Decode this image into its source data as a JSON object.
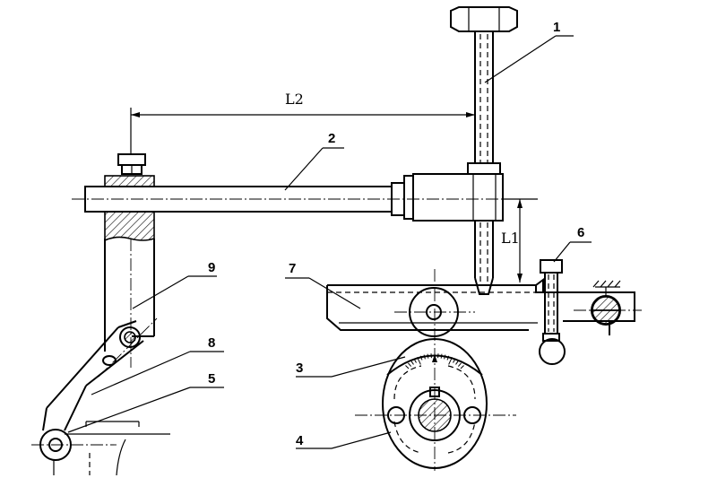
{
  "labels": {
    "l2": "L2",
    "l1": "L1",
    "n1": "1",
    "n2": "2",
    "n3": "3",
    "n4": "4",
    "n5": "5",
    "n6": "6",
    "n7": "7",
    "n8": "8",
    "n9": "9"
  }
}
